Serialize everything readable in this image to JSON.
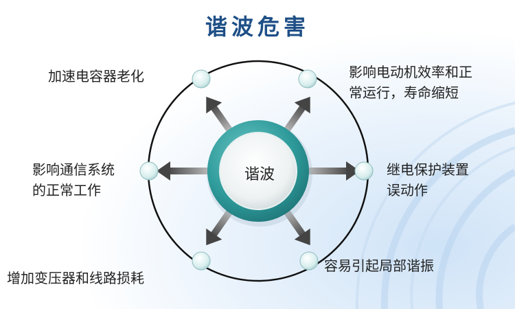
{
  "title": "谐波危害",
  "hub": {
    "label": "谐波"
  },
  "effects": [
    {
      "text": "加速电容器老化"
    },
    {
      "text": "影响电动机效率和正\n常运行，寿命缩短"
    },
    {
      "text": "影响通信系统\n的正常工作"
    },
    {
      "text": "继电保护装置\n误动作"
    },
    {
      "text": "增加变压器和线路损耗"
    },
    {
      "text": "容易引起局部谐振"
    }
  ],
  "colors": {
    "title": "#1e4f86",
    "hub_ring": "#2e9a9a",
    "arrow": "#555555",
    "node": "#d8eeee"
  }
}
